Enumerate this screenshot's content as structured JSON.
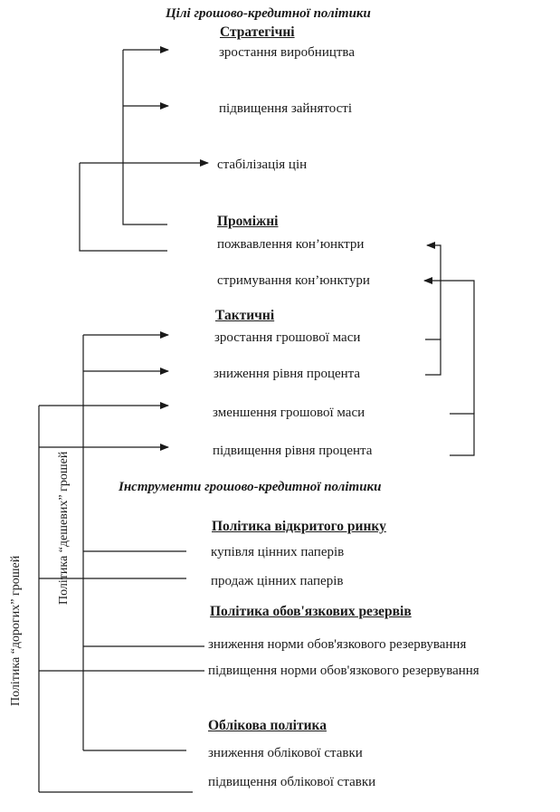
{
  "title_goals": "Цілі грошово-кредитної політики",
  "strategic": {
    "heading": "Стратегічні",
    "items": [
      "зростання виробництва",
      "підвищення зайнятості",
      "стабілізація цін"
    ]
  },
  "intermediate": {
    "heading": "Проміжні",
    "items": [
      "пожвавлення кон’юнктри",
      "стримування кон’юнктури"
    ]
  },
  "tactical": {
    "heading": "Тактичні",
    "items": [
      "зростання грошової маси",
      "зниження рівня процента",
      "зменшення грошової маси",
      "підвищення рівня процента"
    ]
  },
  "title_instruments": "Інструменти грошово-кредитної політики",
  "open_market": {
    "heading": "Політика відкритого ринку",
    "items": [
      "купівля цінних паперів",
      "продаж цінних паперів"
    ]
  },
  "reserves": {
    "heading": "Політика обов'язкових резервів",
    "items": [
      "зниження норми обов'язкового резервування",
      "підвищення норми обов'язкового резервування"
    ]
  },
  "discount": {
    "heading": "Облікова політика",
    "items": [
      "зниження облікової ставки",
      "підвищення облікової ставки"
    ]
  },
  "side_labels": {
    "cheap_money": "Політика “дешевих” грошей",
    "dear_money": "Політика “дорогих” грошей"
  }
}
